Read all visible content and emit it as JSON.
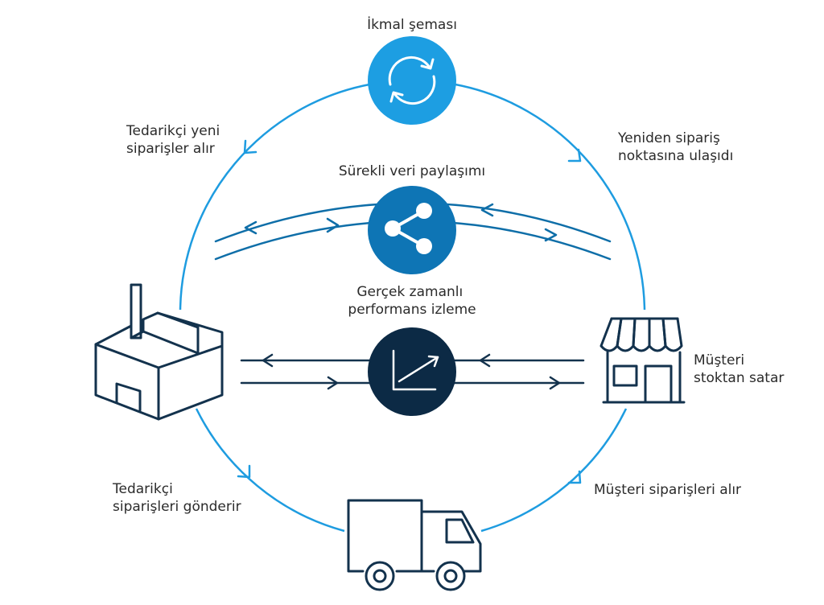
{
  "colors": {
    "cycle_blue": "#1e9ce0",
    "refill_circle": "#1d9ee2",
    "share_circle": "#0e75b5",
    "monitor_circle": "#0c2a45",
    "icon_stroke": "#13324d"
  },
  "labels": {
    "replenishment_title": "İkmal şeması",
    "supplier_new_orders": [
      "Tedarikçi yeni",
      "siparişler alır"
    ],
    "reorder_point": [
      "Yeniden sipariş",
      "noktasına ulaşıdı"
    ],
    "data_sharing": "Sürekli veri paylaşımı",
    "realtime_monitoring": [
      "Gerçek zamanlı",
      "performans izleme"
    ],
    "customer_sells": [
      "Müşteri",
      "stoktan satar"
    ],
    "supplier_ships": [
      "Tedarikçi",
      "siparişleri gönderir"
    ],
    "customer_receives": "Müşteri siparişleri alır"
  },
  "icons": {
    "refill": "refresh-icon",
    "share": "share-icon",
    "monitor": "trend-chart-icon",
    "factory": "factory-icon",
    "store": "store-icon",
    "truck": "truck-icon"
  }
}
